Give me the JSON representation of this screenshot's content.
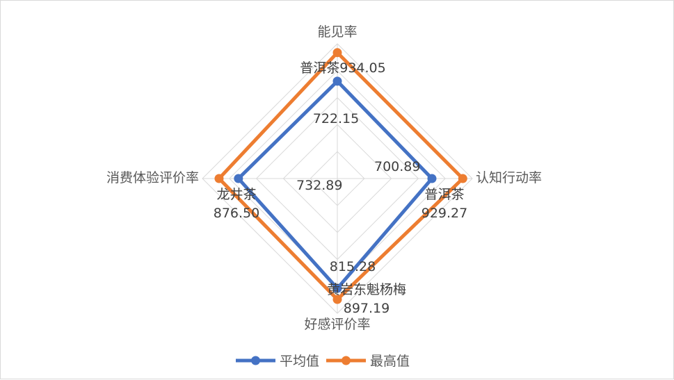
{
  "chart_data": {
    "type": "radar",
    "axes": [
      "能见率",
      "认知行动率",
      "好感评价率",
      "消费体验评价率"
    ],
    "range": [
      0,
      1000
    ],
    "grid": true,
    "legend_position": "bottom",
    "series": [
      {
        "name": "平均值",
        "color": "#4472C4",
        "values": [
          722.15,
          700.89,
          815.28,
          732.89
        ],
        "labels": [
          "722.15",
          "700.89",
          "815.28",
          "732.89"
        ]
      },
      {
        "name": "最高值",
        "color": "#ED7D31",
        "values": [
          934.05,
          929.27,
          897.19,
          876.5
        ],
        "labels": [
          "普洱茶934.05",
          "普洱茶\n929.27",
          "黄岩东魁杨梅\n897.19",
          "龙井茶\n876.50"
        ]
      }
    ]
  }
}
